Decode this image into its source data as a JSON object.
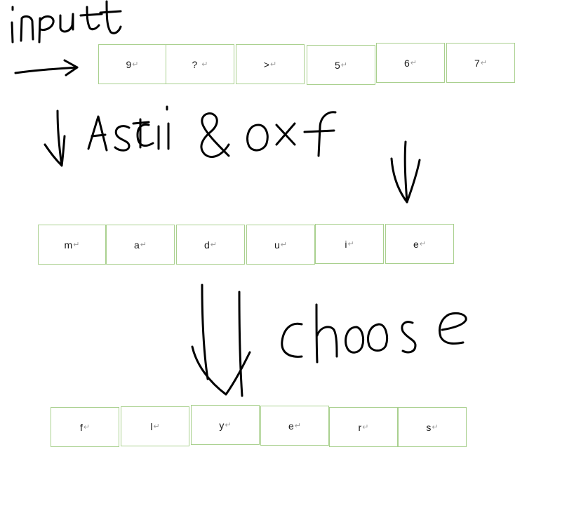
{
  "handwriting": {
    "input_label": "input",
    "transform_label": "Ascii & 0xf",
    "choose_label": "choose"
  },
  "input_row": [
    "9",
    "?",
    ">",
    "5",
    "6",
    "7"
  ],
  "index_row": [
    "m",
    "a",
    "d",
    "u",
    "i",
    "e"
  ],
  "output_row": [
    "f",
    "l",
    "y",
    "e",
    "r",
    "s"
  ],
  "return_symbol": "↵",
  "colors": {
    "cell_border": "#a9d08e",
    "ink": "#000000"
  }
}
